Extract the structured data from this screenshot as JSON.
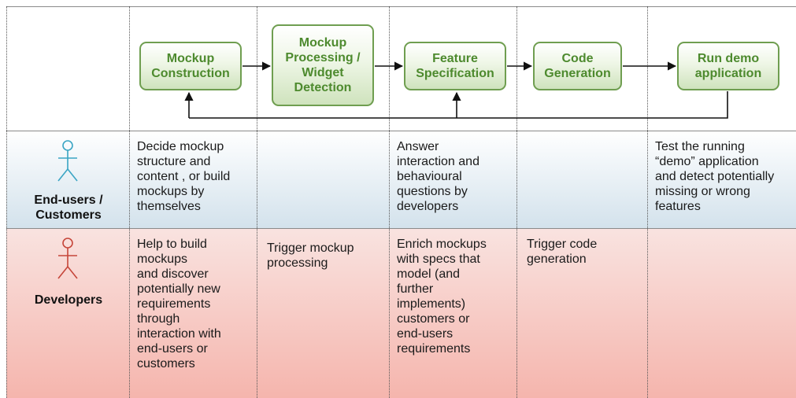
{
  "stages": [
    {
      "id": "mockup-construction",
      "label": "Mockup\nConstruction"
    },
    {
      "id": "mockup-processing",
      "label": "Mockup\nProcessing /\nWidget\nDetection"
    },
    {
      "id": "feature-specification",
      "label": "Feature\nSpecification"
    },
    {
      "id": "code-generation",
      "label": "Code\nGeneration"
    },
    {
      "id": "run-demo",
      "label": "Run demo\napplication"
    }
  ],
  "roles": [
    {
      "id": "end-users",
      "label": "End-users /\nCustomers",
      "color": "#3aa5c4"
    },
    {
      "id": "developers",
      "label": "Developers",
      "color": "#c6463a"
    }
  ],
  "cells": {
    "end_users": {
      "mockup_construction": "Decide mockup\nstructure and\ncontent , or build\nmockups by\nthemselves",
      "mockup_processing": "",
      "feature_specification": "Answer\ninteraction and\nbehavioural\nquestions by\ndevelopers",
      "code_generation": "",
      "run_demo": "Test the running\n“demo” application\nand detect potentially\nmissing or wrong\nfeatures"
    },
    "developers": {
      "mockup_construction": "Help to build\nmockups\nand discover\npotentially new\nrequirements\nthrough\ninteraction with\nend-users or\ncustomers",
      "mockup_processing": "Trigger mockup\nprocessing",
      "feature_specification": "Enrich mockups\nwith specs that\nmodel (and\nfurther\nimplements)\ncustomers or\nend-users\nrequirements",
      "code_generation": "Trigger code\ngeneration",
      "run_demo": ""
    }
  },
  "colors": {
    "stage_border": "#6f9e50",
    "stage_text": "#4d8a2e",
    "end_users_row": "#d3e2ec",
    "developers_row": "#f5b5ad"
  }
}
